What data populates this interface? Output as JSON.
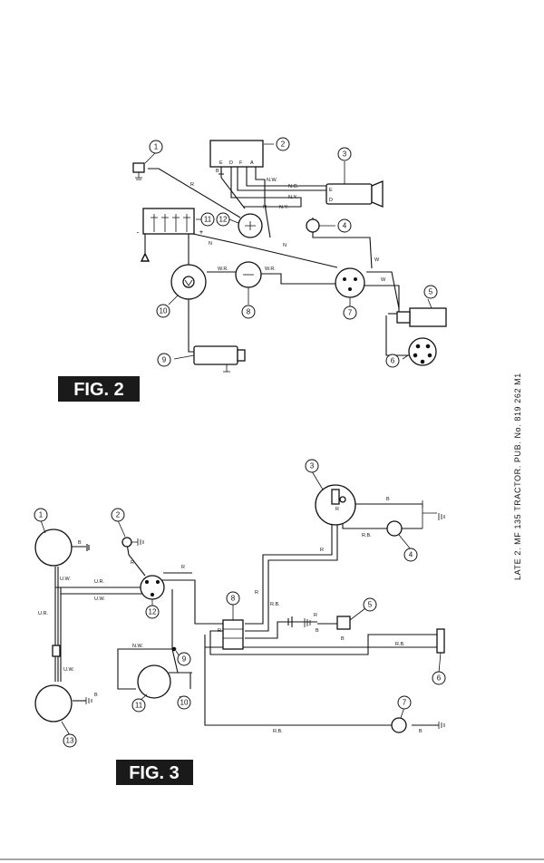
{
  "side_caption": "LATE 2.   MF 135 TRACTOR.   PUB. No. 819 262 M1",
  "fig2": {
    "title": "FIG. 2",
    "callouts": [
      "1",
      "2",
      "3",
      "4",
      "5",
      "6",
      "7",
      "8",
      "9",
      "10",
      "11",
      "12"
    ],
    "wire_labels": [
      "R",
      "N.W.",
      "N.G.",
      "N.Y.",
      "N.Y.",
      "N",
      "N",
      "W",
      "W",
      "W.R.",
      "W.R.",
      "B",
      "N"
    ],
    "terminal_labels": [
      "E",
      "D",
      "F",
      "A",
      "E",
      "D"
    ],
    "polarity": [
      "-",
      "+"
    ]
  },
  "fig3": {
    "title": "FIG. 3",
    "callouts": [
      "1",
      "2",
      "3",
      "4",
      "5",
      "6",
      "7",
      "8",
      "9",
      "10",
      "11",
      "12",
      "13"
    ],
    "wire_labels": [
      "B",
      "R",
      "U.W.",
      "U.R.",
      "U.R.",
      "U.W.",
      "U.W.",
      "R",
      "R",
      "R",
      "R.B.",
      "R",
      "B",
      "B",
      "R.B.",
      "N.W.",
      "B",
      "R.B.",
      "B",
      "R.B.",
      "B",
      "R",
      "R"
    ]
  }
}
